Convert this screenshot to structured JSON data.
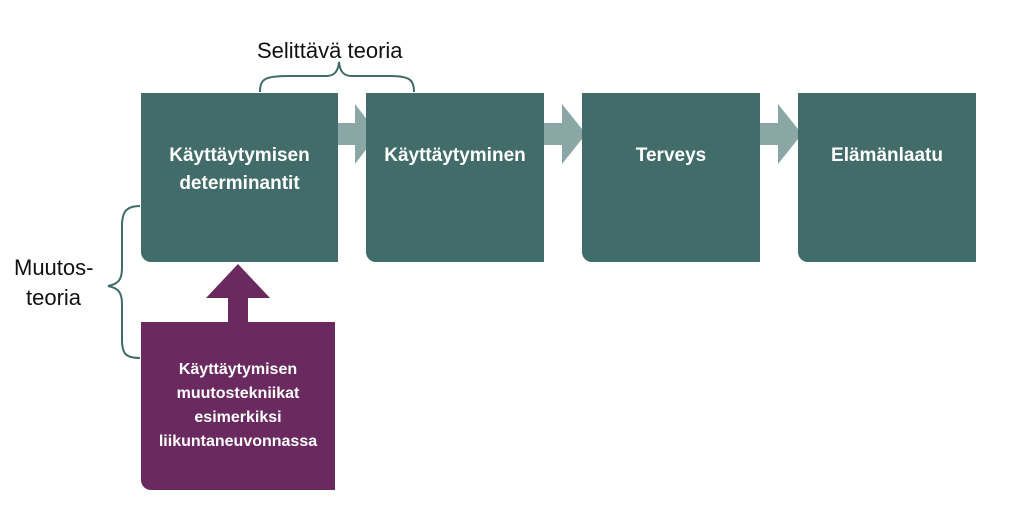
{
  "diagram": {
    "explanatory_theory_label": "Selittävä teoria",
    "change_theory_label": [
      "Muutos-",
      "teoria"
    ],
    "boxes": [
      {
        "lines": [
          "Käyttäytymisen",
          "determinantit"
        ]
      },
      {
        "lines": [
          "Käyttäytyminen"
        ]
      },
      {
        "lines": [
          "Terveys"
        ]
      },
      {
        "lines": [
          "Elämänlaatu"
        ]
      }
    ],
    "intervention_box": {
      "lines": [
        "Käyttäytymisen",
        "muutostekniikat",
        "esimerkiksi",
        "liikuntaneuvonnassa"
      ]
    },
    "colors": {
      "box": "#416c6a",
      "arrow": "#8aa7a5",
      "intervention": "#6b2a5f",
      "brace": "#3e6b68"
    }
  }
}
